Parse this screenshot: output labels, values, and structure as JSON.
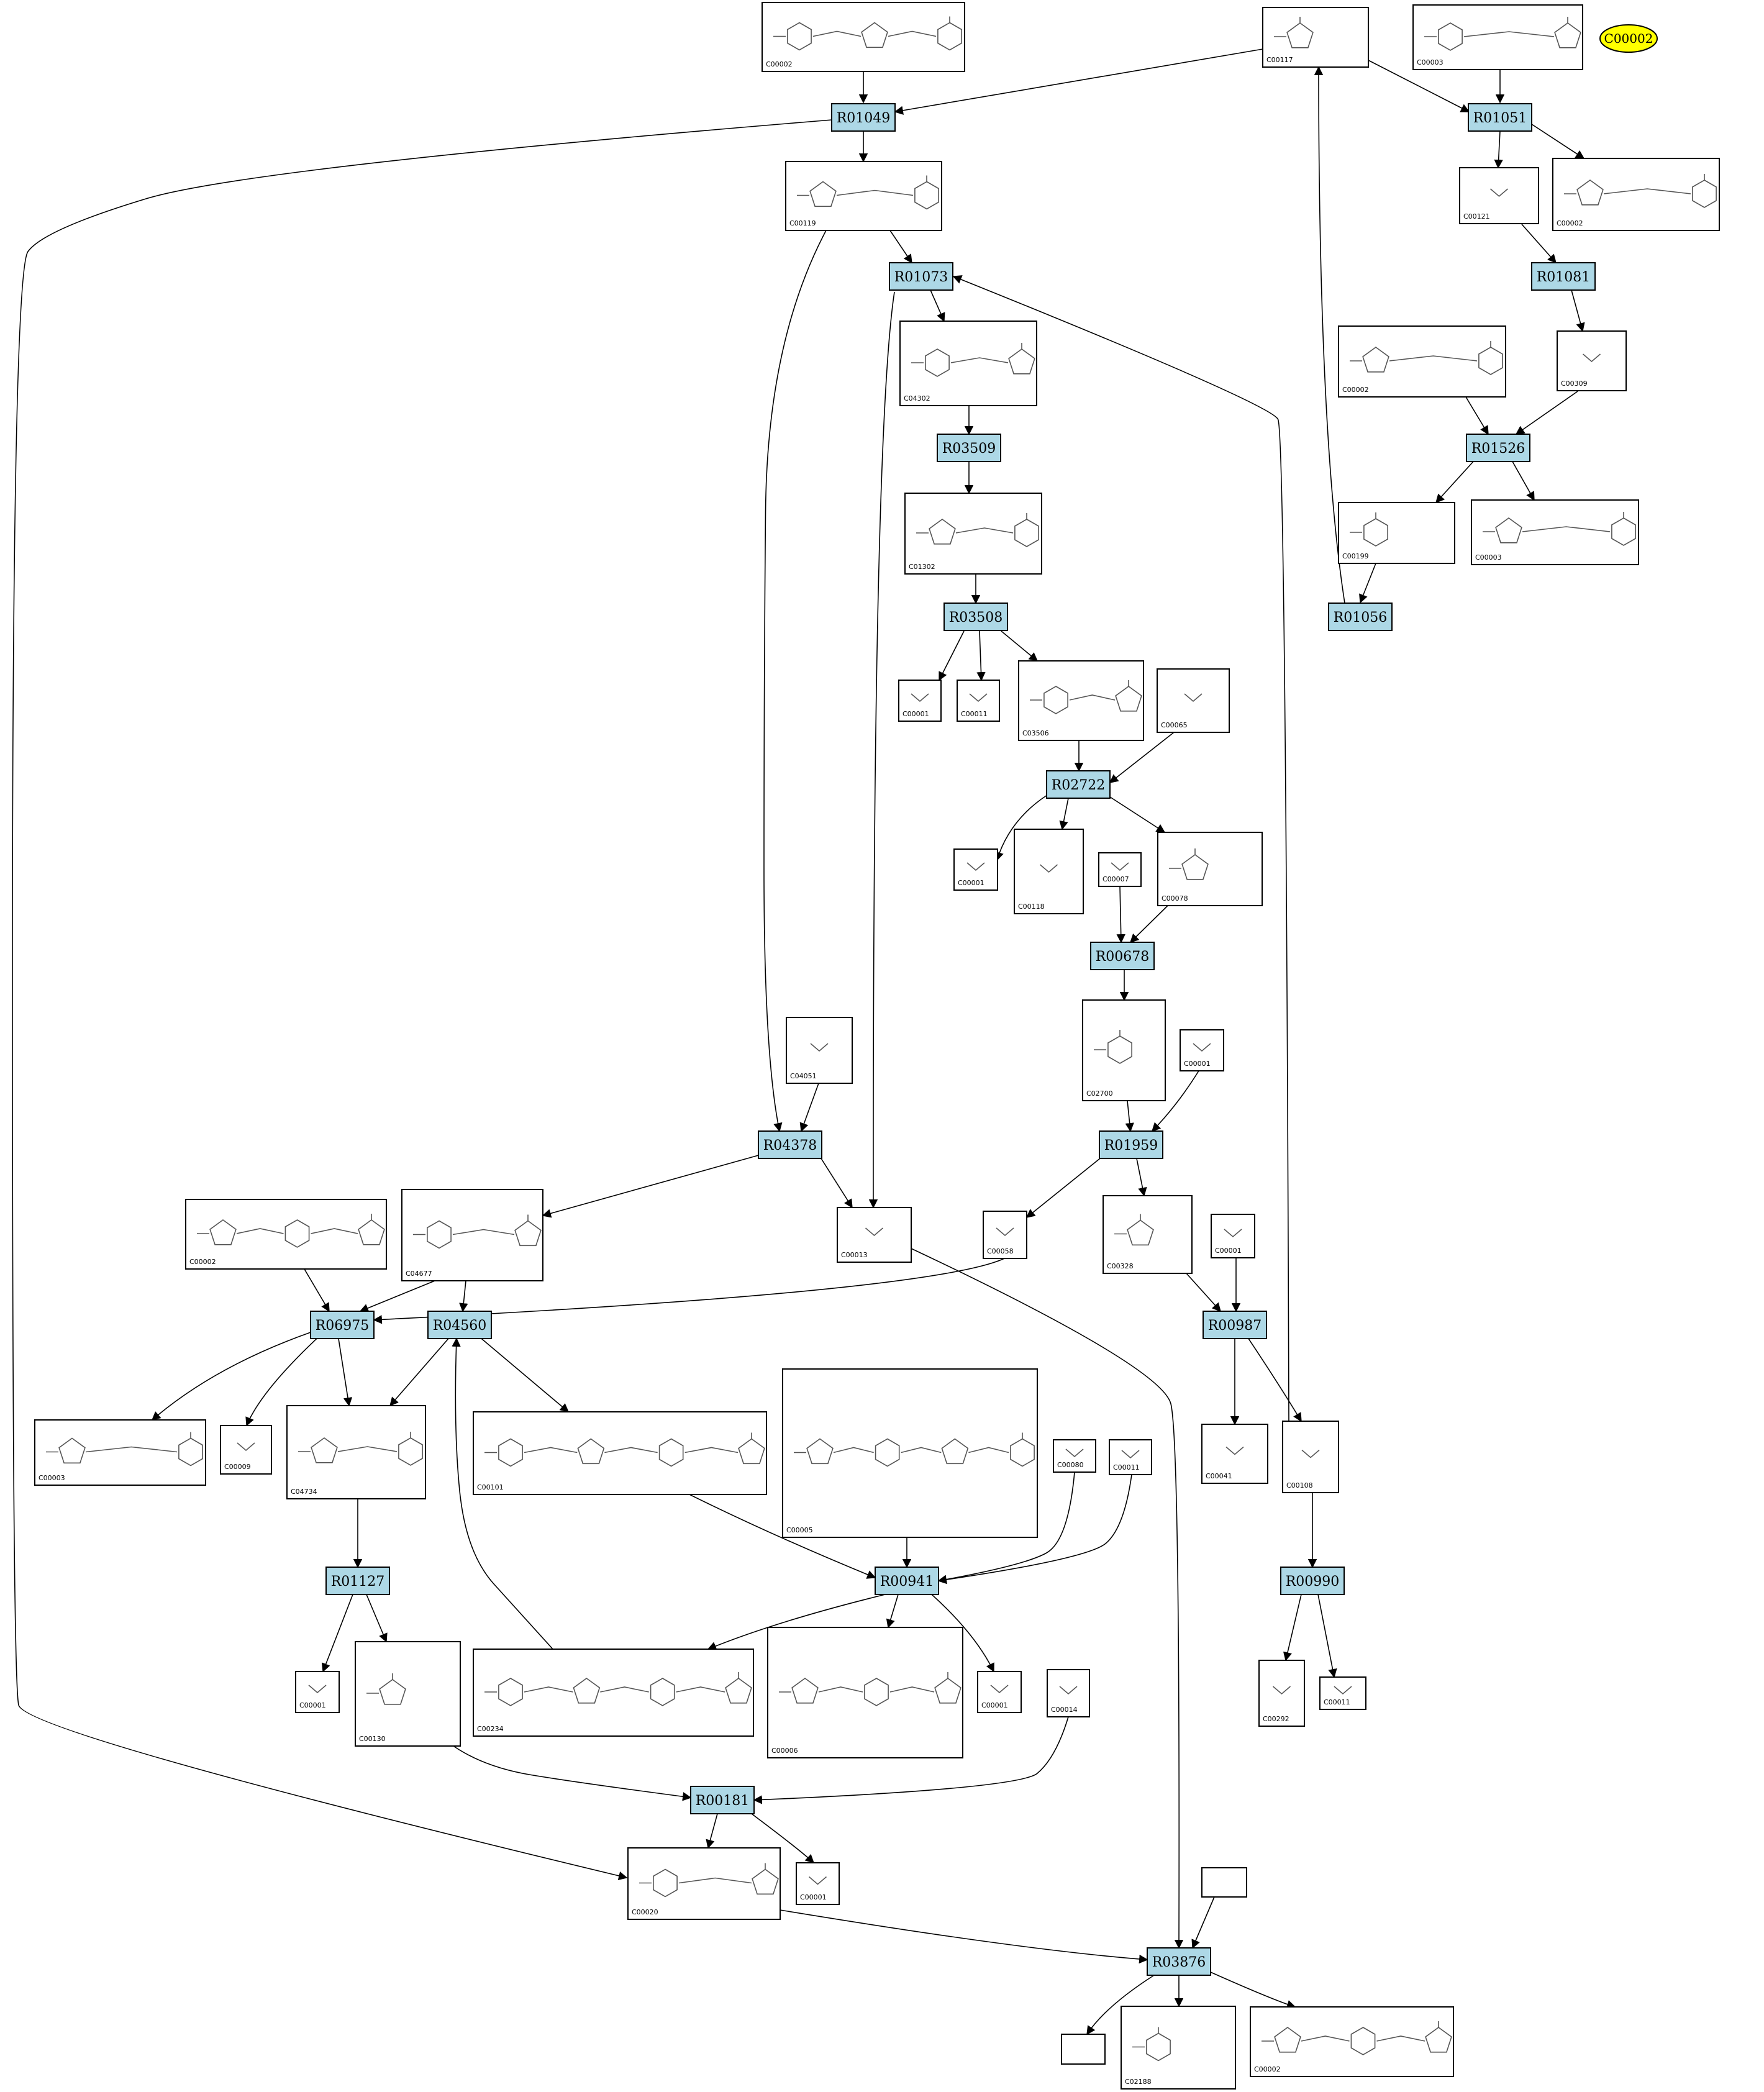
{
  "highlight": "C00002",
  "colors": {
    "reaction_fill": "#add8e6",
    "highlight_fill": "#ffff00",
    "compound_fill": "#ffffff"
  },
  "reactions": [
    {
      "id": "R01049"
    },
    {
      "id": "R01051"
    },
    {
      "id": "R01073"
    },
    {
      "id": "R01081"
    },
    {
      "id": "R03509"
    },
    {
      "id": "R01526"
    },
    {
      "id": "R03508"
    },
    {
      "id": "R01056"
    },
    {
      "id": "R02722"
    },
    {
      "id": "R00678"
    },
    {
      "id": "R04378"
    },
    {
      "id": "R01959"
    },
    {
      "id": "R06975"
    },
    {
      "id": "R04560"
    },
    {
      "id": "R00987"
    },
    {
      "id": "R01127"
    },
    {
      "id": "R00941"
    },
    {
      "id": "R00990"
    },
    {
      "id": "R00181"
    },
    {
      "id": "R03876"
    }
  ],
  "compounds": [
    {
      "key": "c1",
      "id": "C00002"
    },
    {
      "key": "c2",
      "id": "C00117"
    },
    {
      "key": "c3",
      "id": "C00003"
    },
    {
      "key": "c4",
      "id": "C00119"
    },
    {
      "key": "c5",
      "id": "C00121"
    },
    {
      "key": "c6",
      "id": "C00002"
    },
    {
      "key": "c7",
      "id": "C04302"
    },
    {
      "key": "c8",
      "id": "C00002"
    },
    {
      "key": "c9",
      "id": "C00309"
    },
    {
      "key": "c10",
      "id": "C01302"
    },
    {
      "key": "c11",
      "id": "C00199"
    },
    {
      "key": "c12",
      "id": "C00003"
    },
    {
      "key": "c13",
      "id": "C00001"
    },
    {
      "key": "c14",
      "id": "C00011"
    },
    {
      "key": "c15",
      "id": "C03506"
    },
    {
      "key": "c16",
      "id": "C00065"
    },
    {
      "key": "c17",
      "id": "C00001"
    },
    {
      "key": "c18",
      "id": "C00118"
    },
    {
      "key": "c19",
      "id": "C00007"
    },
    {
      "key": "c20",
      "id": "C00078"
    },
    {
      "key": "c21",
      "id": "C02700"
    },
    {
      "key": "c22",
      "id": "C00001"
    },
    {
      "key": "c23",
      "id": "C04051"
    },
    {
      "key": "c24",
      "id": "C00002"
    },
    {
      "key": "c25",
      "id": "C04677"
    },
    {
      "key": "c26",
      "id": "C00013"
    },
    {
      "key": "c27",
      "id": "C00058"
    },
    {
      "key": "c28",
      "id": "C00328"
    },
    {
      "key": "c29",
      "id": "C00001"
    },
    {
      "key": "c30",
      "id": "C00003"
    },
    {
      "key": "c31",
      "id": "C00009"
    },
    {
      "key": "c32",
      "id": "C04734"
    },
    {
      "key": "c33",
      "id": "C00101"
    },
    {
      "key": "c34",
      "id": "C00005"
    },
    {
      "key": "c35",
      "id": "C00080"
    },
    {
      "key": "c36",
      "id": "C00011"
    },
    {
      "key": "c37",
      "id": "C00041"
    },
    {
      "key": "c38",
      "id": "C00108"
    },
    {
      "key": "c39",
      "id": "C00001"
    },
    {
      "key": "c40",
      "id": "C00130"
    },
    {
      "key": "c41",
      "id": "C00234"
    },
    {
      "key": "c42",
      "id": "C00006"
    },
    {
      "key": "c43",
      "id": "C00001"
    },
    {
      "key": "c44",
      "id": "C00014"
    },
    {
      "key": "c45",
      "id": "C00292"
    },
    {
      "key": "c46",
      "id": "C00011"
    },
    {
      "key": "c47",
      "id": "C00020"
    },
    {
      "key": "c48",
      "id": "C00001"
    },
    {
      "key": "c49",
      "id": ""
    },
    {
      "key": "c50",
      "id": ""
    },
    {
      "key": "c51",
      "id": "C02188"
    },
    {
      "key": "c52",
      "id": "C00002"
    }
  ],
  "edges": [
    {
      "from": "c1",
      "to": "R01049"
    },
    {
      "from": "c2",
      "to": "R01049"
    },
    {
      "from": "R01049",
      "to": "c4"
    },
    {
      "from": "R01049",
      "to": "c47"
    },
    {
      "from": "c2",
      "to": "R01051"
    },
    {
      "from": "c3",
      "to": "R01051"
    },
    {
      "from": "R01051",
      "to": "c5"
    },
    {
      "from": "R01051",
      "to": "c6"
    },
    {
      "from": "c5",
      "to": "R01081"
    },
    {
      "from": "R01081",
      "to": "c9"
    },
    {
      "from": "c8",
      "to": "R01526"
    },
    {
      "from": "c9",
      "to": "R01526"
    },
    {
      "from": "R01526",
      "to": "c11"
    },
    {
      "from": "R01526",
      "to": "c12"
    },
    {
      "from": "c11",
      "to": "R01056"
    },
    {
      "from": "R01056",
      "to": "c2"
    },
    {
      "from": "c4",
      "to": "R01073"
    },
    {
      "from": "R01073",
      "to": "c7"
    },
    {
      "from": "R01073",
      "to": "c26"
    },
    {
      "from": "c38",
      "to": "R01073"
    },
    {
      "from": "c7",
      "to": "R03509"
    },
    {
      "from": "R03509",
      "to": "c10"
    },
    {
      "from": "c10",
      "to": "R03508"
    },
    {
      "from": "R03508",
      "to": "c13"
    },
    {
      "from": "R03508",
      "to": "c14"
    },
    {
      "from": "R03508",
      "to": "c15"
    },
    {
      "from": "c15",
      "to": "R02722"
    },
    {
      "from": "c16",
      "to": "R02722"
    },
    {
      "from": "R02722",
      "to": "c17"
    },
    {
      "from": "R02722",
      "to": "c18"
    },
    {
      "from": "R02722",
      "to": "c20"
    },
    {
      "from": "c19",
      "to": "R00678"
    },
    {
      "from": "c20",
      "to": "R00678"
    },
    {
      "from": "R00678",
      "to": "c21"
    },
    {
      "from": "c21",
      "to": "R01959"
    },
    {
      "from": "c22",
      "to": "R01959"
    },
    {
      "from": "R01959",
      "to": "c27"
    },
    {
      "from": "R01959",
      "to": "c28"
    },
    {
      "from": "c4",
      "to": "R04378"
    },
    {
      "from": "c23",
      "to": "R04378"
    },
    {
      "from": "R04378",
      "to": "c25"
    },
    {
      "from": "R04378",
      "to": "c26"
    },
    {
      "from": "c24",
      "to": "R06975"
    },
    {
      "from": "c25",
      "to": "R06975"
    },
    {
      "from": "c27",
      "to": "R06975"
    },
    {
      "from": "R06975",
      "to": "c30"
    },
    {
      "from": "R06975",
      "to": "c31"
    },
    {
      "from": "R06975",
      "to": "c32"
    },
    {
      "from": "c25",
      "to": "R04560"
    },
    {
      "from": "R04560",
      "to": "c32"
    },
    {
      "from": "R04560",
      "to": "c33"
    },
    {
      "from": "c41",
      "to": "R04560"
    },
    {
      "from": "c28",
      "to": "R00987"
    },
    {
      "from": "c29",
      "to": "R00987"
    },
    {
      "from": "R00987",
      "to": "c37"
    },
    {
      "from": "R00987",
      "to": "c38"
    },
    {
      "from": "c32",
      "to": "R01127"
    },
    {
      "from": "R01127",
      "to": "c39"
    },
    {
      "from": "R01127",
      "to": "c40"
    },
    {
      "from": "c33",
      "to": "R00941"
    },
    {
      "from": "c34",
      "to": "R00941"
    },
    {
      "from": "c35",
      "to": "R00941"
    },
    {
      "from": "c36",
      "to": "R00941"
    },
    {
      "from": "R00941",
      "to": "c41"
    },
    {
      "from": "R00941",
      "to": "c42"
    },
    {
      "from": "R00941",
      "to": "c43"
    },
    {
      "from": "c38",
      "to": "R00990"
    },
    {
      "from": "R00990",
      "to": "c45"
    },
    {
      "from": "R00990",
      "to": "c46"
    },
    {
      "from": "c40",
      "to": "R00181"
    },
    {
      "from": "c44",
      "to": "R00181"
    },
    {
      "from": "R00181",
      "to": "c47"
    },
    {
      "from": "R00181",
      "to": "c48"
    },
    {
      "from": "c26",
      "to": "R03876"
    },
    {
      "from": "c47",
      "to": "R03876"
    },
    {
      "from": "c49",
      "to": "R03876"
    },
    {
      "from": "R03876",
      "to": "c50"
    },
    {
      "from": "R03876",
      "to": "c51"
    },
    {
      "from": "R03876",
      "to": "c52"
    }
  ]
}
